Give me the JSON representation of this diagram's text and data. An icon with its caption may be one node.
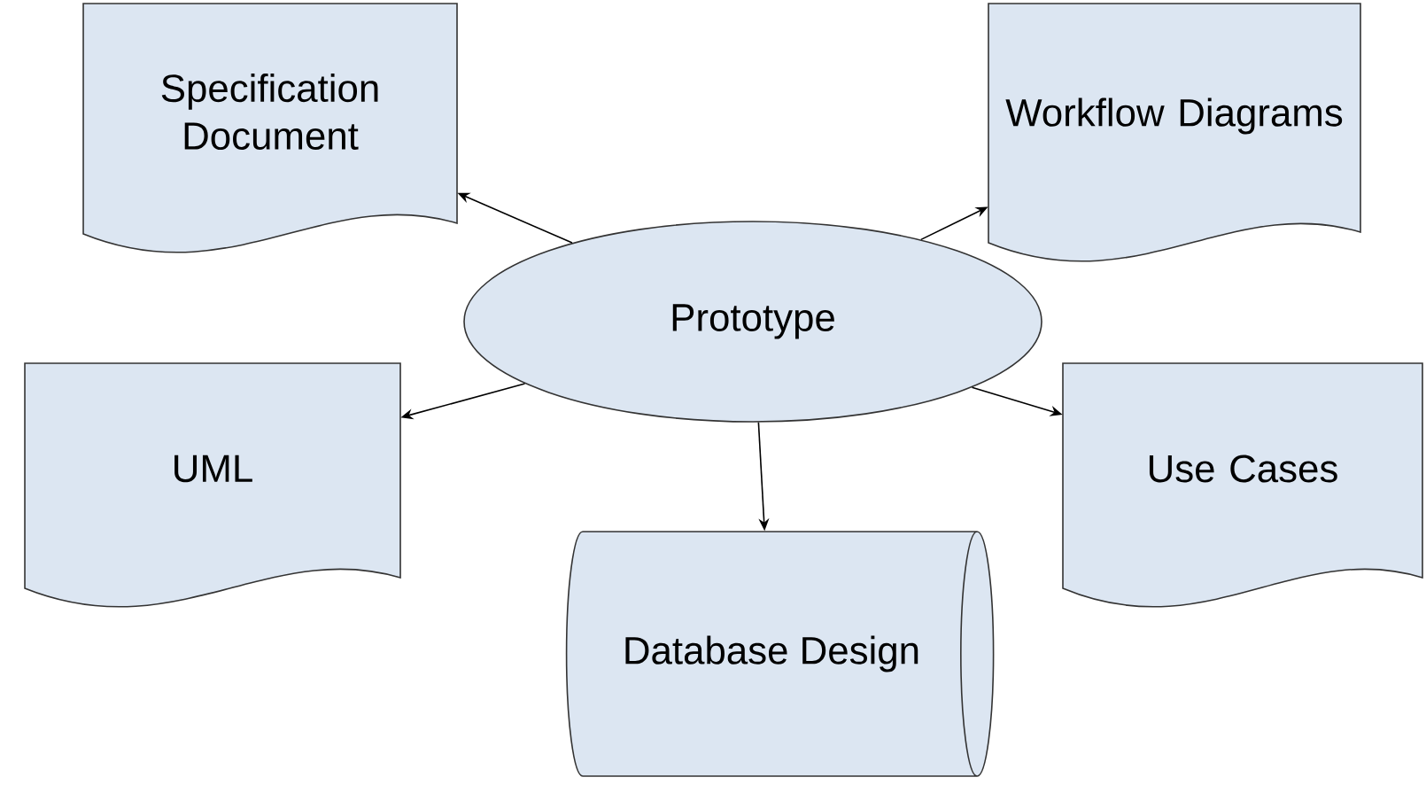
{
  "diagram": {
    "nodes": [
      {
        "text": [
          "Prototype"
        ]
      },
      {
        "text": [
          "Specification Document"
        ]
      },
      {
        "text": [
          "Workflow Diagrams"
        ]
      },
      {
        "text": [
          "UML"
        ]
      },
      {
        "text": [
          "Use Cases"
        ]
      },
      {
        "text": [
          "Database Design"
        ]
      }
    ],
    "edges": [
      {
        "from": 0,
        "to": 1,
        "arrow": "to"
      },
      {
        "from": 0,
        "to": 2,
        "arrow": "to"
      },
      {
        "from": 0,
        "to": 3,
        "arrow": "to"
      },
      {
        "from": 0,
        "to": 4,
        "arrow": "to"
      },
      {
        "from": 0,
        "to": 5,
        "arrow": "to"
      }
    ]
  }
}
